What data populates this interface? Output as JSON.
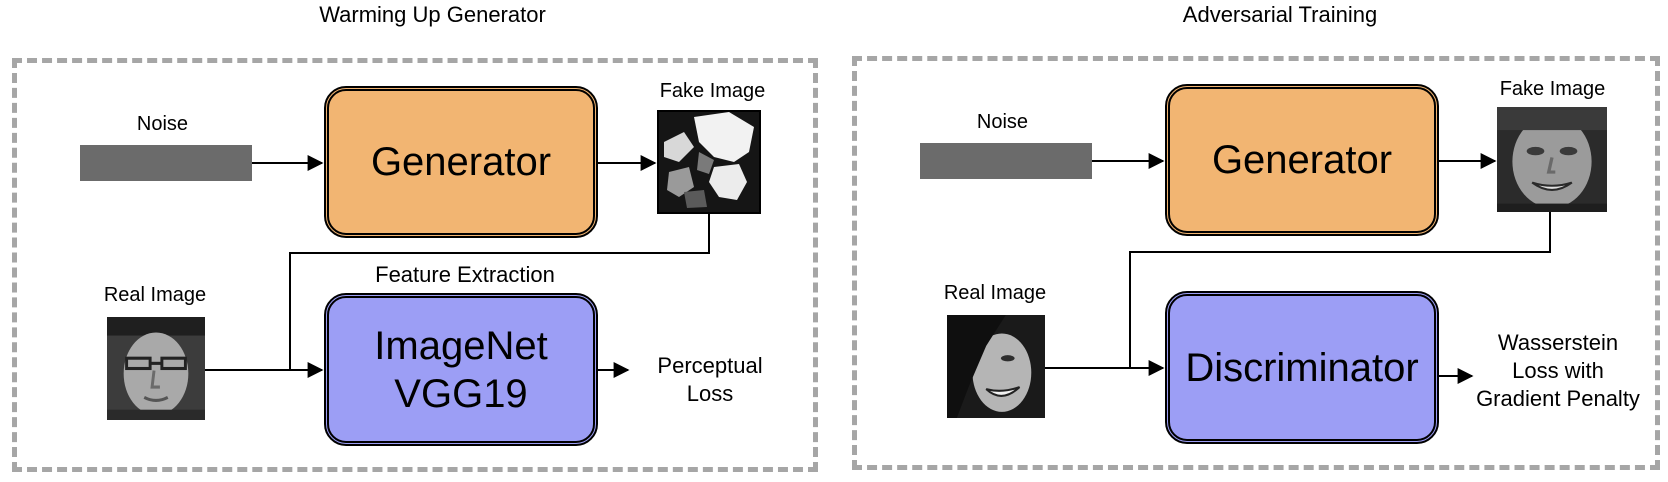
{
  "panels": {
    "warmup": {
      "title": "Warming Up Generator",
      "noise_label": "Noise",
      "generator_label": "Generator",
      "fake_image_label": "Fake Image",
      "real_image_label": "Real Image",
      "feature_extraction_label": "Feature Extraction",
      "vgg_line1": "ImageNet",
      "vgg_line2": "VGG19",
      "loss_line1": "Perceptual",
      "loss_line2": "Loss"
    },
    "adversarial": {
      "title": "Adversarial Training",
      "noise_label": "Noise",
      "generator_label": "Generator",
      "fake_image_label": "Fake Image",
      "real_image_label": "Real Image",
      "discriminator_label": "Discriminator",
      "loss_line1": "Wasserstein",
      "loss_line2": "Loss with",
      "loss_line3": "Gradient Penalty"
    }
  },
  "colors": {
    "generator_fill": "#f2b572",
    "network_fill": "#9c9ef5",
    "noise_bar": "#6b6b6b",
    "panel_border": "#a6a6a6"
  }
}
